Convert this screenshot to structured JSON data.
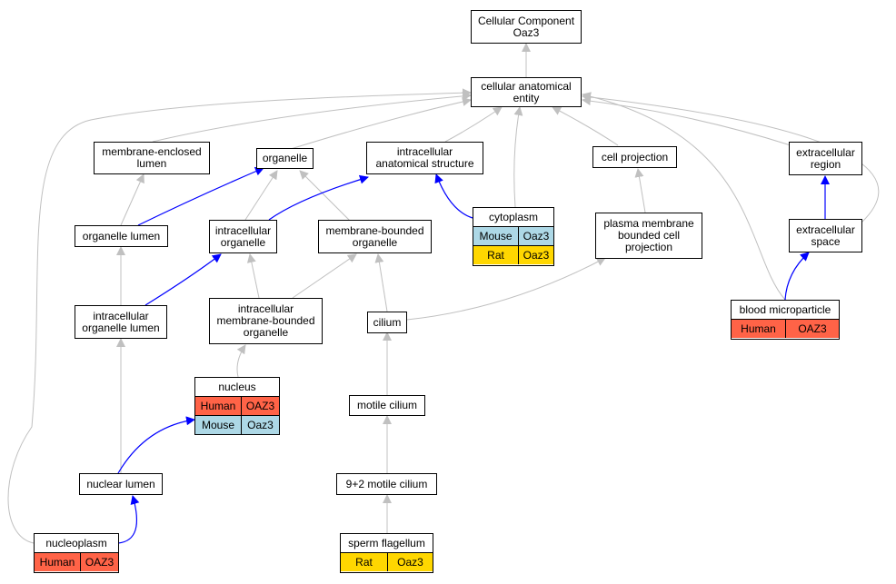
{
  "colors": {
    "human": "#ff6347",
    "mouse": "#add8e6",
    "rat": "#ffd700",
    "edge_gray": "#c0c0c0",
    "edge_blue": "#0000ff"
  },
  "nodes": {
    "root": {
      "line1": "Cellular Component",
      "line2": "Oaz3"
    },
    "cae": {
      "line1": "cellular anatomical",
      "line2": "entity"
    },
    "mel": {
      "line1": "membrane-enclosed",
      "line2": "lumen"
    },
    "organelle": {
      "line1": "organelle"
    },
    "ias": {
      "line1": "intracellular",
      "line2": "anatomical structure"
    },
    "cellproj": {
      "line1": "cell projection"
    },
    "extreg": {
      "line1": "extracellular",
      "line2": "region"
    },
    "orglumen": {
      "line1": "organelle lumen"
    },
    "intraorg": {
      "line1": "intracellular",
      "line2": "organelle"
    },
    "mbo": {
      "line1": "membrane-bounded",
      "line2": "organelle"
    },
    "pmbcp": {
      "line1": "plasma membrane",
      "line2": "bounded cell",
      "line3": "projection"
    },
    "extspace": {
      "line1": "extracellular",
      "line2": "space"
    },
    "iol": {
      "line1": "intracellular",
      "line2": "organelle lumen"
    },
    "imbo": {
      "line1": "intracellular",
      "line2": "membrane-bounded",
      "line3": "organelle"
    },
    "cilium": {
      "line1": "cilium"
    },
    "motile": {
      "line1": "motile cilium"
    },
    "motile92": {
      "line1": "9+2 motile cilium"
    },
    "nuclumen": {
      "line1": "nuclear lumen"
    }
  },
  "tables": {
    "cytoplasm": {
      "title": "cytoplasm",
      "rows": [
        {
          "species": "Mouse",
          "gene": "Oaz3"
        },
        {
          "species": "Rat",
          "gene": "Oaz3"
        }
      ]
    },
    "blood": {
      "title": "blood microparticle",
      "rows": [
        {
          "species": "Human",
          "gene": "OAZ3"
        }
      ]
    },
    "nucleus": {
      "title": "nucleus",
      "rows": [
        {
          "species": "Human",
          "gene": "OAZ3"
        },
        {
          "species": "Mouse",
          "gene": "Oaz3"
        }
      ]
    },
    "nucleoplasm": {
      "title": "nucleoplasm",
      "rows": [
        {
          "species": "Human",
          "gene": "OAZ3"
        }
      ]
    },
    "sperm": {
      "title": "sperm flagellum",
      "rows": [
        {
          "species": "Rat",
          "gene": "Oaz3"
        }
      ]
    }
  }
}
